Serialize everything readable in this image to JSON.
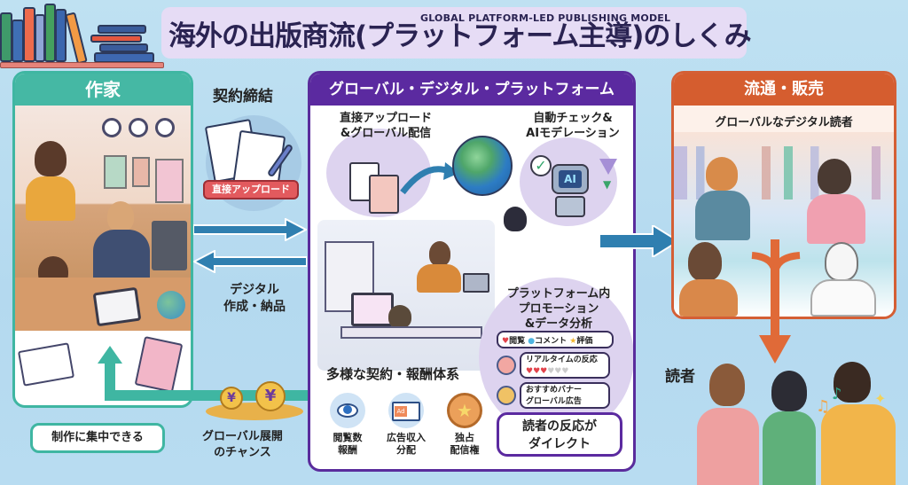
{
  "title": {
    "main": "海外の出版商流(プラットフォーム主導)のしくみ",
    "subtitle_en": "GLOBAL PLATFORM-LED PUBLISHING MODEL"
  },
  "writer_panel": {
    "header": "作家",
    "focus_note": "制作に集中できる"
  },
  "contract": {
    "label": "契約締結",
    "doc_badge": "直接アップロード"
  },
  "handoff": {
    "label_line1": "デジタル",
    "label_line2": "作成・納品"
  },
  "global_chance": {
    "line1": "グローバル展開",
    "line2": "のチャンス",
    "currency_icon": "¥"
  },
  "platform_panel": {
    "header": "グローバル・デジタル・プラットフォーム",
    "feature_upload": {
      "line1": "直接アップロード",
      "line2": "&グローバル配信"
    },
    "feature_ai": {
      "line1": "自動チェック&",
      "line2": "AIモデレーション",
      "robot_label": "AI"
    },
    "feature_promo": {
      "line1": "プラットフォーム内",
      "line2": "プロモーション",
      "line3": "&データ分析"
    },
    "metrics": {
      "views": "閲覧",
      "comments": "コメント",
      "ratings": "評価"
    },
    "realtime": {
      "label": "リアルタイムの反応",
      "hearts_filled": 3,
      "hearts_total": 6
    },
    "banner": {
      "line1": "おすすめバナー",
      "line2": "グローバル広告"
    },
    "contracts": {
      "title": "多様な契約・報酬体系",
      "items": [
        {
          "icon": "eye-icon",
          "line1": "閲覧数",
          "line2": "報酬"
        },
        {
          "icon": "ad-icon",
          "line1": "広告収入",
          "line2": "分配",
          "ad_text": "Ad"
        },
        {
          "icon": "medal-icon",
          "line1": "独占",
          "line2": "配信権"
        }
      ]
    },
    "reader_feedback": {
      "line1": "読者の反応が",
      "line2": "ダイレクト"
    }
  },
  "distribution_panel": {
    "header": "流通・販売",
    "subheader": "グローバルなデジタル読者"
  },
  "readers": {
    "label": "読者"
  },
  "colors": {
    "background": "#bfe1f2",
    "writer_teal": "#45b8a4",
    "platform_purple": "#5b2aa0",
    "distribution_orange": "#d55d2f",
    "arrow_blue": "#2f7fb0",
    "title_bg": "#e6dcf5",
    "title_text": "#2a2352"
  }
}
